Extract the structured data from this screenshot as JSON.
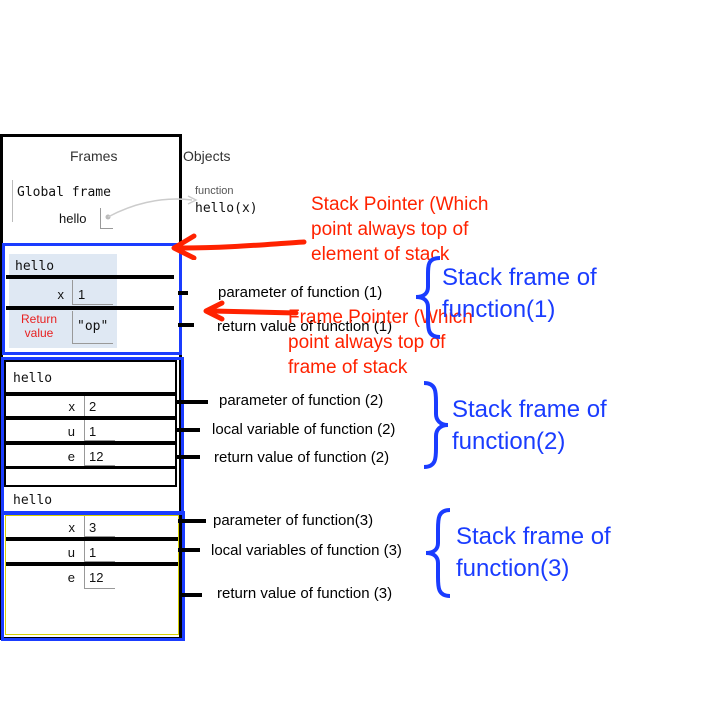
{
  "header": {
    "frames": "Frames",
    "objects": "Objects"
  },
  "global_frame": {
    "title": "Global frame",
    "var": "hello"
  },
  "object": {
    "label": "function",
    "signature": "hello(x)"
  },
  "frame1": {
    "name": "hello",
    "var_x": "x",
    "val_x": "1",
    "return_label_1": "Return",
    "return_label_2": "value",
    "return_val": "\"op\""
  },
  "frame2": {
    "name": "hello",
    "var_x": "x",
    "val_x": "2",
    "var_u": "u",
    "val_u": "1",
    "var_e": "e",
    "val_e": "12"
  },
  "frame3": {
    "name": "hello",
    "var_x": "x",
    "val_x": "3",
    "var_u": "u",
    "val_u": "1",
    "var_e": "e",
    "val_e": "12"
  },
  "annotations": {
    "param1": "parameter of function (1)",
    "ret1": "return value of function (1)",
    "param2": "parameter of function (2)",
    "local2": "local variable of function (2)",
    "ret2": "return value of function (2)",
    "param3": "parameter of function(3)",
    "local3": "local variables of function (3)",
    "ret3": "return value of function (3)"
  },
  "labels": {
    "stack_pointer": [
      "Stack Pointer (Which",
      "point always top of",
      "element of stack"
    ],
    "frame_pointer": [
      "Frame Pointer (Which",
      "point always top of",
      "frame of stack"
    ],
    "stack_frame_1": [
      "Stack frame of",
      "function(1)"
    ],
    "stack_frame_2": [
      "Stack frame of",
      "function(2)"
    ],
    "stack_frame_3": [
      "Stack frame of",
      "function(3)"
    ]
  },
  "colors": {
    "red": "#ff2200",
    "blue": "#1a3cff",
    "frame_shade": "#dfe8f3"
  }
}
